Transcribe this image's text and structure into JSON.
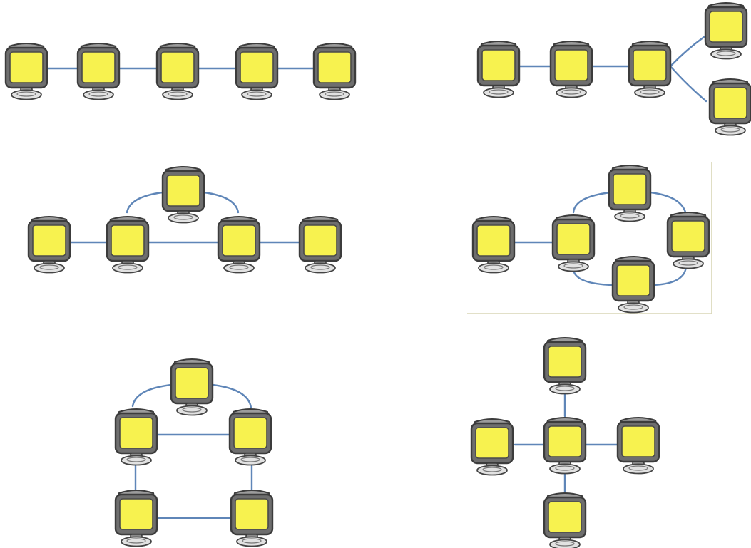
{
  "colors": {
    "screen": "#f7f24f",
    "bezel": "#6e6e6e",
    "link": "#5f86b8",
    "frame": "#d8d5b6"
  },
  "icons": {
    "computer": "computer-monitor-icon"
  },
  "diagrams": [
    {
      "id": "linear-five",
      "computers": 5,
      "links": 4
    },
    {
      "id": "linear-with-branch",
      "computers": 5,
      "links": 4
    },
    {
      "id": "double-path",
      "computers": 5,
      "links": 5
    },
    {
      "id": "loop-with-tail",
      "computers": 5,
      "links": 5
    },
    {
      "id": "house-mesh",
      "computers": 5,
      "links": 6
    },
    {
      "id": "star-cross",
      "computers": 5,
      "links": 4
    }
  ]
}
